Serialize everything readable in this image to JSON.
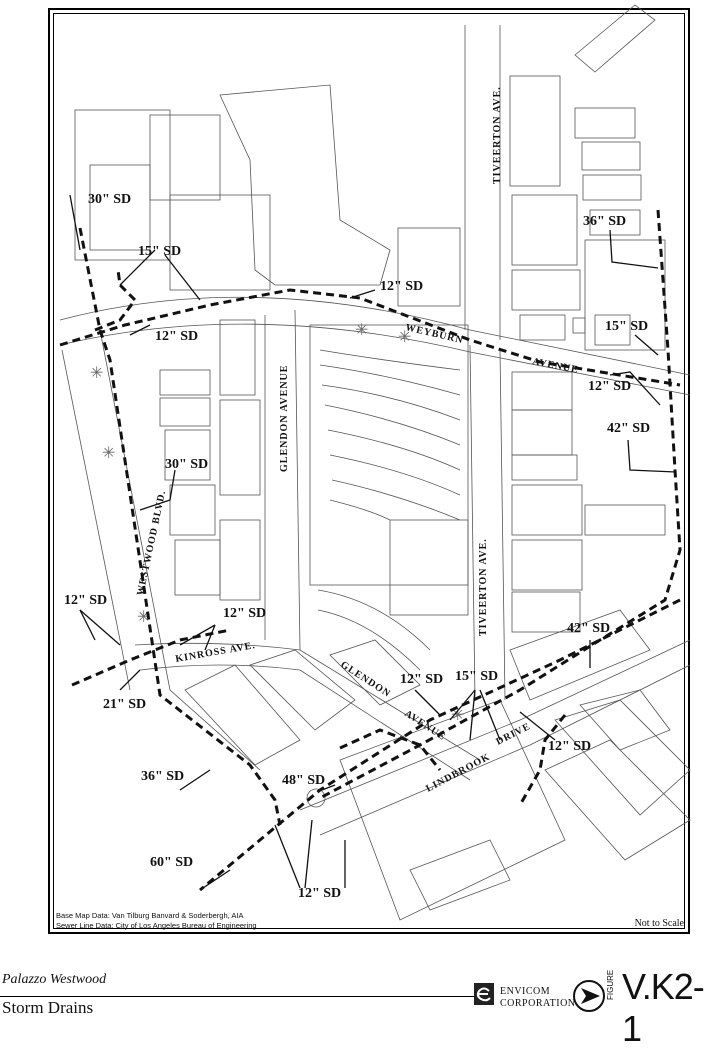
{
  "map": {
    "labels": {
      "sd30_top": "30\" SD",
      "sd15_left": "15\" SD",
      "sd12_left_upper": "12\" SD",
      "sd12_weyburn": "12\" SD",
      "sd36": "36\" SD",
      "sd15_right": "15\" SD",
      "sd12_right": "12\" SD",
      "sd42_upper": "42\" SD",
      "sd30_mid": "30\" SD",
      "sd12_west": "12\" SD",
      "sd12_kinross": "12\" SD",
      "sd42_lower": "42\" SD",
      "sd21": "21\" SD",
      "sd12_glendon": "12\" SD",
      "sd15_lower": "15\" SD",
      "sd12_lindbrook": "12\" SD",
      "sd36_lower": "36\" SD",
      "sd48": "48\" SD",
      "sd60": "60\" SD",
      "sd12_bottom": "12\" SD"
    },
    "streets": {
      "tiverton_north": "TIVEERTON AVE.",
      "weyburn": "WEYBURN",
      "avenue_east": "AVENUE",
      "glendon_avenue": "GLENDON AVENUE",
      "tiverton_south": "TIVEERTON AVE.",
      "westwood_blvd": "WESTWOOD BLVD.",
      "kinross_ave": "KINROSS AVE.",
      "glendon_lower": "GLENDON",
      "avenue_lower": "AVENUE",
      "drive": "DRIVE",
      "lindbrook": "LINDBROOK"
    },
    "credits": {
      "base_map": "Base Map Data: Van Tilburg Banvard & Soderbergh, AIA",
      "sewer": "Sewer Line Data: City of Los Angeles Bureau of Engineering"
    },
    "scale_note": "Not to Scale"
  },
  "footer": {
    "project_name": "Palazzo Westwood",
    "sheet_title": "Storm Drains",
    "company_line1": "ENVICOM",
    "company_line2": "CORPORATION",
    "figure_prefix": "FIGURE",
    "figure_number": "V.K2-1"
  }
}
